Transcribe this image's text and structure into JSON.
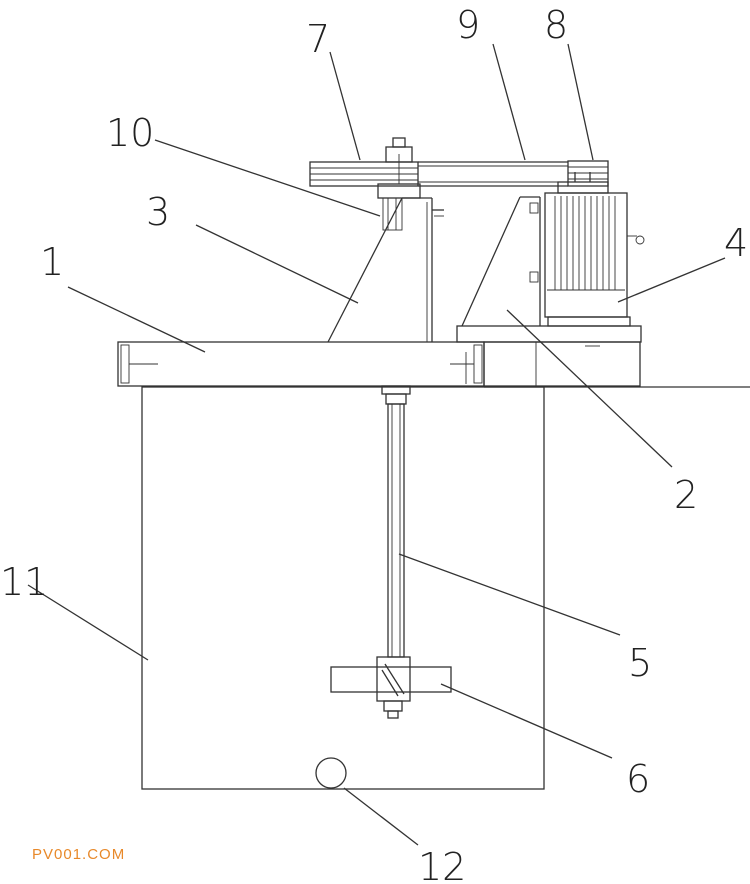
{
  "labels": {
    "l1": "1",
    "l2": "2",
    "l3": "3",
    "l4": "4",
    "l5": "5",
    "l6": "6",
    "l7": "7",
    "l8": "8",
    "l9": "9",
    "l10": "10",
    "l11": "11",
    "l12": "12"
  },
  "watermark": "PV001.COM",
  "colors": {
    "line": "#333333",
    "watermark": "#e8892a"
  }
}
